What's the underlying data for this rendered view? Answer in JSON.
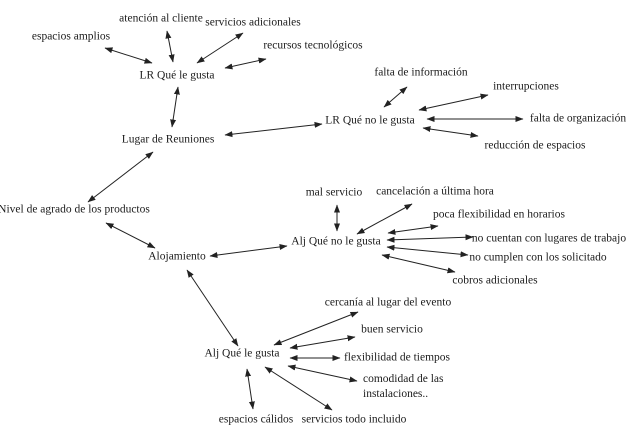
{
  "diagram": {
    "type": "concept-map",
    "background_color": "#ffffff",
    "text_color": "#1c1c1c",
    "arrow_color": "#222222",
    "arrow_style": "double-headed",
    "nodes": {
      "espacios_amplios": {
        "label": "espacios amplios"
      },
      "atencion_al_cliente": {
        "label": "atención al cliente"
      },
      "servicios_adicionales": {
        "label": "servicios adicionales"
      },
      "recursos_tecnologicos": {
        "label": "recursos tecnológicos"
      },
      "lr_que_le_gusta": {
        "label": "LR Qué le gusta"
      },
      "falta_de_informacion": {
        "label": "falta de información"
      },
      "interrupciones": {
        "label": "interrupciones"
      },
      "lr_que_no_le_gusta": {
        "label": "LR Qué no le gusta"
      },
      "falta_de_organizacion": {
        "label": "falta de organización"
      },
      "reduccion_de_espacios": {
        "label": "reducción de espacios"
      },
      "lugar_de_reuniones": {
        "label": "Lugar de Reuniones"
      },
      "nivel_de_agrado": {
        "label": "Nivel de agrado de los productos"
      },
      "mal_servicio": {
        "label": "mal servicio"
      },
      "cancelacion": {
        "label": "cancelación a última hora"
      },
      "poca_flexibilidad": {
        "label": "poca flexibilidad en horarios"
      },
      "alj_que_no_le_gusta": {
        "label": "Alj Qué no le gusta"
      },
      "no_cuentan": {
        "label": "no cuentan con lugares de trabajo"
      },
      "no_cumplen": {
        "label": "no cumplen con los solicitado"
      },
      "cobros_adicionales": {
        "label": "cobros adicionales"
      },
      "alojamiento": {
        "label": "Alojamiento"
      },
      "cercania": {
        "label": "cercanía al lugar del evento"
      },
      "buen_servicio": {
        "label": "buen servicio"
      },
      "alj_que_le_gusta": {
        "label": "Alj Qué le gusta"
      },
      "flexibilidad_tiempos": {
        "label": "flexibilidad de tiempos"
      },
      "comodidad": {
        "label": "comodidad de las\ninstalaciones.."
      },
      "espacios_calidos": {
        "label": "espacios cálidos"
      },
      "servicios_todo": {
        "label": "servicios todo incluido"
      }
    },
    "edges": [
      {
        "from": "lr_que_le_gusta",
        "to": "espacios_amplios"
      },
      {
        "from": "lr_que_le_gusta",
        "to": "atencion_al_cliente"
      },
      {
        "from": "lr_que_le_gusta",
        "to": "servicios_adicionales"
      },
      {
        "from": "lr_que_le_gusta",
        "to": "recursos_tecnologicos"
      },
      {
        "from": "lr_que_le_gusta",
        "to": "lugar_de_reuniones"
      },
      {
        "from": "lugar_de_reuniones",
        "to": "lr_que_no_le_gusta"
      },
      {
        "from": "lr_que_no_le_gusta",
        "to": "falta_de_informacion"
      },
      {
        "from": "lr_que_no_le_gusta",
        "to": "interrupciones"
      },
      {
        "from": "lr_que_no_le_gusta",
        "to": "falta_de_organizacion"
      },
      {
        "from": "lr_que_no_le_gusta",
        "to": "reduccion_de_espacios"
      },
      {
        "from": "lugar_de_reuniones",
        "to": "nivel_de_agrado"
      },
      {
        "from": "nivel_de_agrado",
        "to": "alojamiento"
      },
      {
        "from": "alojamiento",
        "to": "alj_que_no_le_gusta"
      },
      {
        "from": "alj_que_no_le_gusta",
        "to": "mal_servicio"
      },
      {
        "from": "alj_que_no_le_gusta",
        "to": "cancelacion"
      },
      {
        "from": "alj_que_no_le_gusta",
        "to": "poca_flexibilidad"
      },
      {
        "from": "alj_que_no_le_gusta",
        "to": "no_cuentan"
      },
      {
        "from": "alj_que_no_le_gusta",
        "to": "no_cumplen"
      },
      {
        "from": "alj_que_no_le_gusta",
        "to": "cobros_adicionales"
      },
      {
        "from": "alojamiento",
        "to": "alj_que_le_gusta"
      },
      {
        "from": "alj_que_le_gusta",
        "to": "cercania"
      },
      {
        "from": "alj_que_le_gusta",
        "to": "buen_servicio"
      },
      {
        "from": "alj_que_le_gusta",
        "to": "flexibilidad_tiempos"
      },
      {
        "from": "alj_que_le_gusta",
        "to": "comodidad"
      },
      {
        "from": "alj_que_le_gusta",
        "to": "espacios_calidos"
      },
      {
        "from": "alj_que_le_gusta",
        "to": "servicios_todo"
      }
    ]
  }
}
